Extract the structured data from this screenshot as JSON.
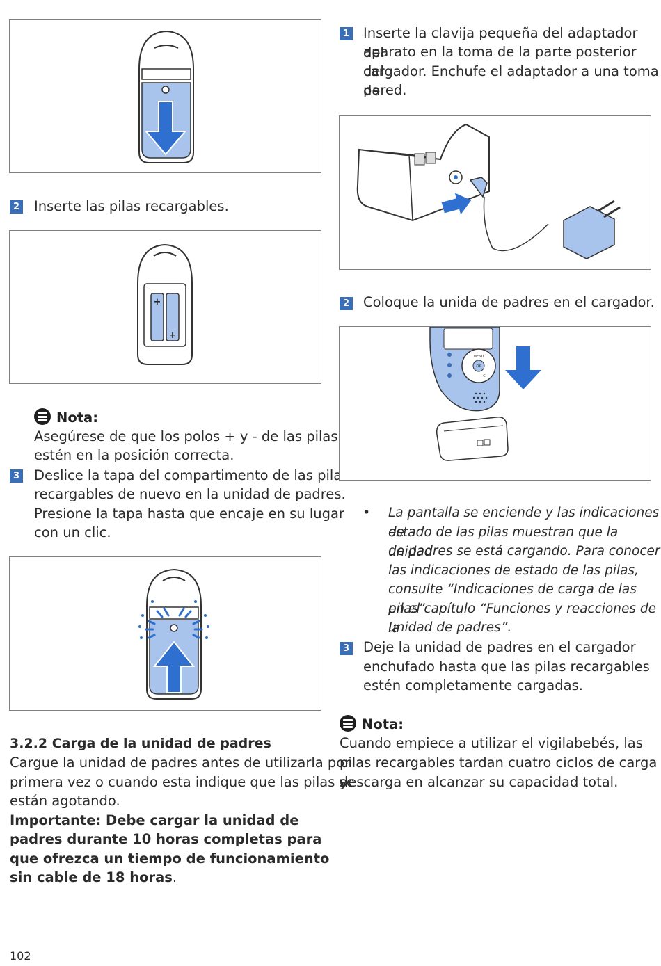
{
  "left": {
    "step2": {
      "number": "2",
      "text": "Inserte las pilas recargables."
    },
    "note": {
      "title": "Nota:",
      "text_line1": "Asegúrese de que los polos + y - de las pilas",
      "text_line2": "estén en la posición correcta."
    },
    "step3": {
      "number": "3",
      "line1": "Deslice la tapa del compartimento de las pilas",
      "line2": "recargables de nuevo en la unidad de padres.",
      "line3": "Presione la tapa hasta que encaje en su lugar",
      "line4": "con un clic."
    },
    "section": {
      "heading": "3.2.2 Carga de la unidad de padres",
      "line1": "Cargue la unidad de padres antes de utilizarla por",
      "line2": "primera vez o cuando esta indique que las pilas se",
      "line3": "están agotando.",
      "important_line1": "Importante: Debe cargar la unidad de",
      "important_line2": "padres durante 10 horas completas para",
      "important_line3": "que ofrezca un tiempo de funcionamiento",
      "important_line4": "sin cable de 18 horas",
      "important_end": "."
    },
    "page_number": "102"
  },
  "right": {
    "step1": {
      "number": "1",
      "line1": "Inserte la clavija pequeña del adaptador del",
      "line2": "aparato en la toma de la parte posterior del",
      "line3": "cargador. Enchufe el adaptador a una toma de",
      "line4": "pared."
    },
    "step2": {
      "number": "2",
      "text": "Coloque la unida de padres en el cargador."
    },
    "device_labels": {
      "menu": "MENU",
      "ok": "OK",
      "label_c": "C"
    },
    "bullet": {
      "symbol": "•",
      "line1": "La pantalla se enciende y las indicaciones de",
      "line2": "estado de las pilas muestran que la unidad",
      "line3": "de padres se está cargando. Para conocer",
      "line4": "las indicaciones de estado de las pilas,",
      "line5": "consulte “Indicaciones de carga de las pilas”",
      "line6": "en el capítulo “Funciones y reacciones de la",
      "line7": "unidad de padres”."
    },
    "step3": {
      "number": "3",
      "line1": "Deje la unidad de padres en el cargador",
      "line2": "enchufado hasta que las pilas recargables",
      "line3": "estén completamente cargadas."
    },
    "note": {
      "title": "Nota:",
      "line1": "Cuando empiece a utilizar el vigilabebés, las",
      "line2": "pilas recargables tardan cuatro ciclos de carga y",
      "line3": "descarga en alcanzar su capacidad total."
    }
  },
  "colors": {
    "accent": "#3a6fb7",
    "device_blue": "#a9c4ec",
    "arrow_blue": "#2f6fd0",
    "border": "#808080"
  }
}
